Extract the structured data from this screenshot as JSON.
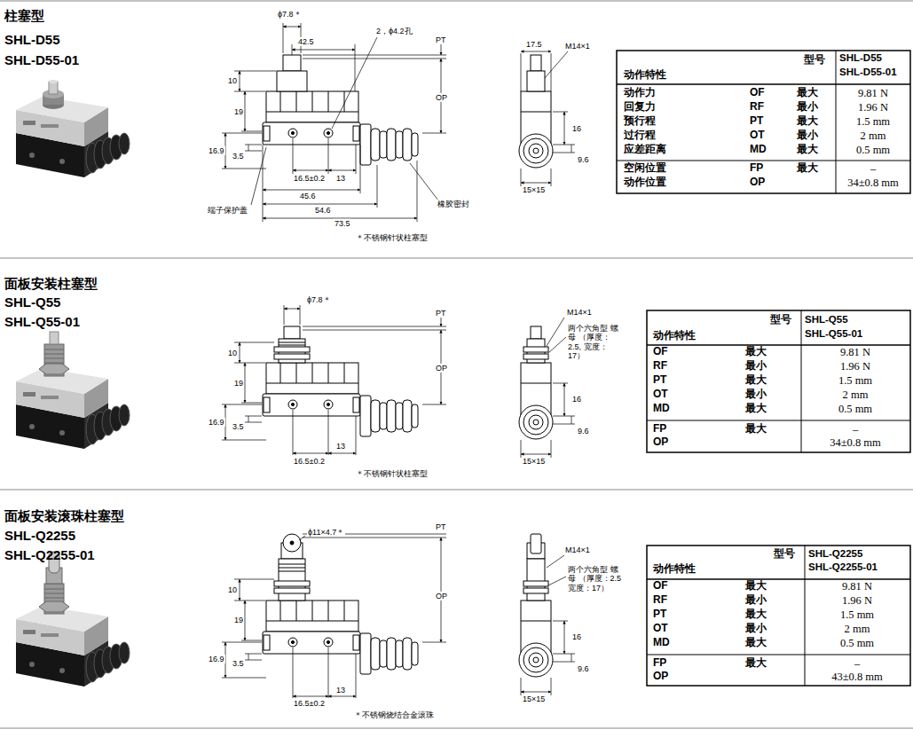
{
  "diagram": {
    "labels": [
      "柱塞型",
      "SHL-D55",
      "SHL-D55-01",
      "ϕ7.8＊",
      "42.5",
      "2，ϕ4.2孔",
      "PT",
      "OP",
      "10",
      "19",
      "16.9",
      "3.5",
      "16.5±0.2",
      "13",
      "45.6",
      "54.6",
      "73.5",
      "端子保护盖",
      "橡胶密封",
      "＊不锈钢针状柱塞型",
      "17.5",
      "M14×1",
      "16",
      "9.6",
      "15×15",
      "型号",
      "SHL-D55",
      "SHL-D55-01",
      "动作特性",
      "动作力",
      "OF",
      "最大",
      "9.81 N",
      "回复力",
      "RF",
      "最小",
      "1.96 N",
      "预行程",
      "PT",
      "最大",
      "1.5 mm",
      "过行程",
      "OT",
      "最小",
      "2 mm",
      "应差距离",
      "MD",
      "最大",
      "0.5 mm",
      "空闲位置",
      "FP",
      "最大",
      "–",
      "动作位置",
      "OP",
      "34±0.8 mm",
      "面板安装柱塞型",
      "SHL-Q55",
      "SHL-Q55-01",
      "ϕ7.8＊",
      "PT",
      "OP",
      "10",
      "19",
      "16.9",
      "3.5",
      "13",
      "16.5±0.2",
      "＊不锈钢针状柱塞型",
      "M14×1",
      "两个六角型 螺母 （厚度：2.5, 宽度：17）",
      "16",
      "9.6",
      "15×15",
      "型号",
      "SHL-Q55",
      "SHL-Q55-01",
      "动作特性",
      "OF",
      "最大",
      "9.81 N",
      "RF",
      "最小",
      "1.96 N",
      "PT",
      "最大",
      "1.5 mm",
      "OT",
      "最小",
      "2 mm",
      "MD",
      "最大",
      "0.5 mm",
      "FP",
      "最大",
      "–",
      "OP",
      "34±0.8 mm",
      "面板安装滚珠柱塞型",
      "SHL-Q2255",
      "SHL-Q2255-01",
      "ϕ11×4.7＊",
      "PT",
      "OP",
      "10",
      "19",
      "16.9",
      "3.5",
      "13",
      "16.5±0.2",
      "＊不锈钢烧结合金滚珠",
      "M14×1",
      "两个六角型 螺母 （厚度：2.5 宽度：17）",
      "16",
      "9.6",
      "15×15",
      "型号",
      "SHL-Q2255",
      "SHL-Q2255-01",
      "动作特性",
      "OF",
      "最大",
      "9.81 N",
      "RF",
      "最小",
      "1.96 N",
      "PT",
      "最大",
      "1.5 mm",
      "OT",
      "最小",
      "2 mm",
      "MD",
      "最大",
      "0.5 mm",
      "FP",
      "最大",
      "–",
      "OP",
      "43±0.8 mm"
    ]
  }
}
